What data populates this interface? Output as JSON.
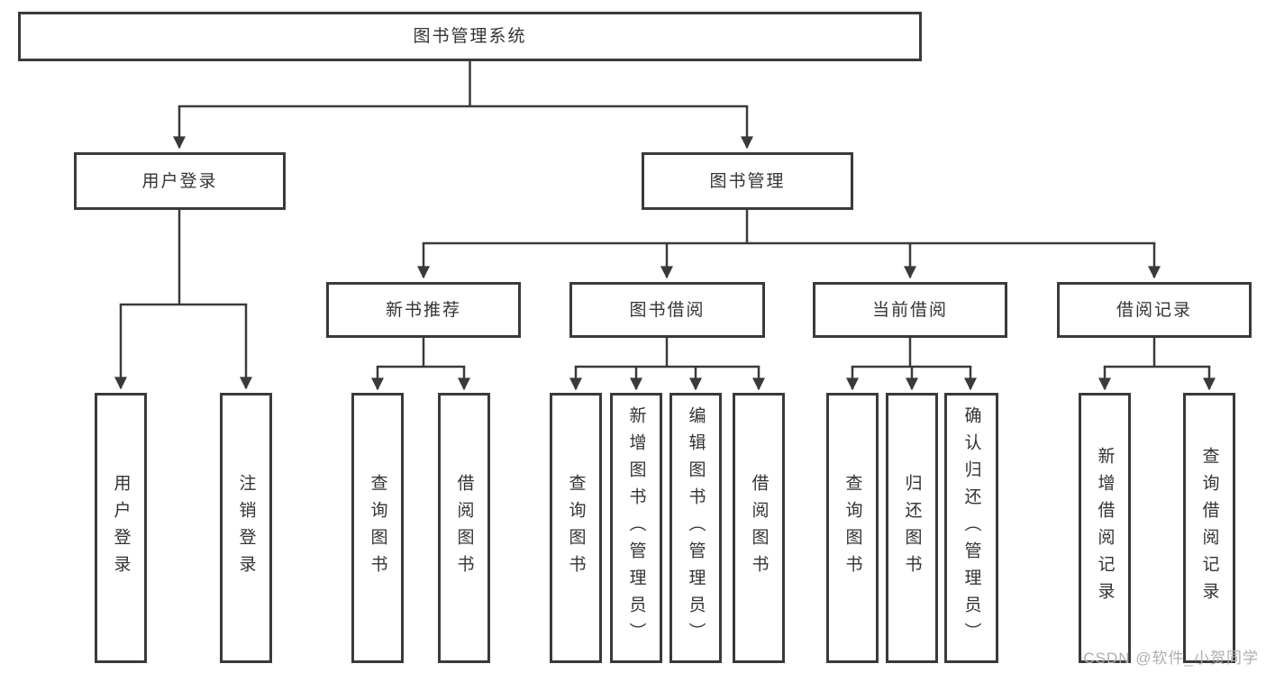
{
  "tree": {
    "root": "图书管理系统",
    "branches": [
      {
        "label": "用户登录",
        "children": [
          "用户登录",
          "注销登录"
        ]
      },
      {
        "label": "图书管理",
        "children": [
          {
            "label": "新书推荐",
            "children": [
              "查询图书",
              "借阅图书"
            ]
          },
          {
            "label": "图书借阅",
            "children": [
              "查询图书",
              "新增图书（管理员）",
              "编辑图书（管理员）",
              "借阅图书"
            ]
          },
          {
            "label": "当前借阅",
            "children": [
              "查询图书",
              "归还图书",
              "确认归还（管理员）"
            ]
          },
          {
            "label": "借阅记录",
            "children": [
              "新增借阅记录",
              "查询借阅记录"
            ]
          }
        ]
      }
    ]
  },
  "watermark": {
    "text": "CSDN @软件_小贺同学"
  },
  "colors": {
    "line": "#3a3a3a",
    "box_border": "#3a3a3a",
    "text": "#333333",
    "watermark": "#aeaeae",
    "background": "#ffffff"
  }
}
